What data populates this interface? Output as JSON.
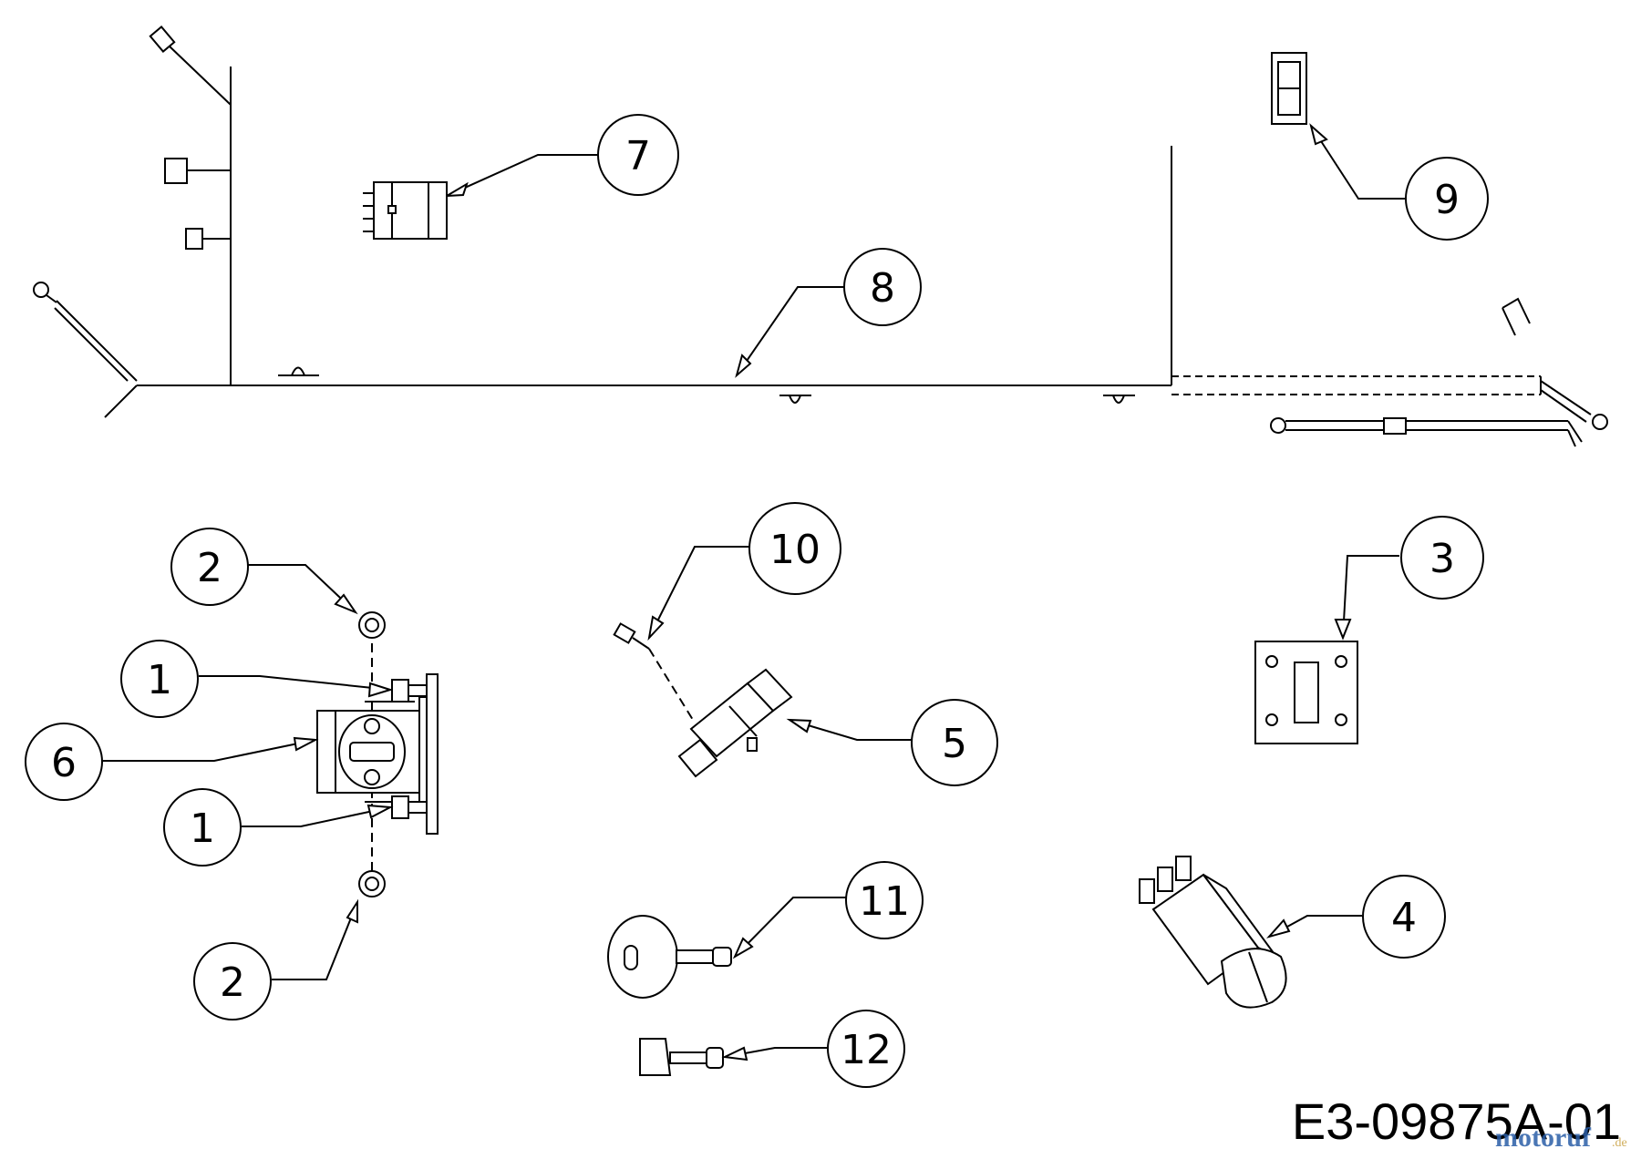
{
  "diagram": {
    "drawing_code": "E3-09875A-01",
    "watermark": {
      "brand": "motoruf",
      "tld": ".de"
    },
    "callouts": [
      {
        "id": "callout-1a",
        "label": "1"
      },
      {
        "id": "callout-1b",
        "label": "1"
      },
      {
        "id": "callout-2a",
        "label": "2"
      },
      {
        "id": "callout-2b",
        "label": "2"
      },
      {
        "id": "callout-3",
        "label": "3"
      },
      {
        "id": "callout-4",
        "label": "4"
      },
      {
        "id": "callout-5",
        "label": "5"
      },
      {
        "id": "callout-6",
        "label": "6"
      },
      {
        "id": "callout-7",
        "label": "7"
      },
      {
        "id": "callout-8",
        "label": "8"
      },
      {
        "id": "callout-9",
        "label": "9"
      },
      {
        "id": "callout-10",
        "label": "10"
      },
      {
        "id": "callout-11",
        "label": "11"
      },
      {
        "id": "callout-12",
        "label": "12"
      }
    ],
    "colors": {
      "line": "#000000",
      "background": "#ffffff",
      "watermark_blue": "#2b5fa8",
      "watermark_gold": "#c8a040"
    }
  }
}
